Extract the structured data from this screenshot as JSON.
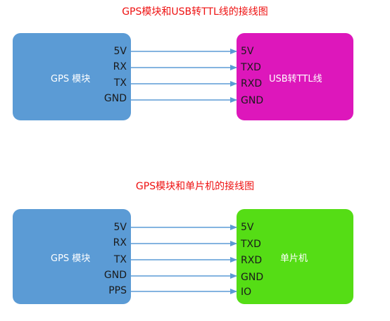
{
  "diagram1": {
    "title": "GPS模块和USB转TTL线的接线图",
    "left_box": {
      "label": "GPS 模块",
      "color": "#5b9bd5"
    },
    "right_box": {
      "label": "USB转TTL线",
      "color": "#dd17bb"
    },
    "left_pins": [
      "5V",
      "RX",
      "TX",
      "GND"
    ],
    "right_pins": [
      "5V",
      "TXD",
      "RXD",
      "GND"
    ]
  },
  "diagram2": {
    "title": "GPS模块和单片机的接线图",
    "left_box": {
      "label": "GPS 模块",
      "color": "#5b9bd5"
    },
    "right_box": {
      "label": "单片机",
      "color": "#55dd15"
    },
    "left_pins": [
      "5V",
      "RX",
      "TX",
      "GND",
      "PPS"
    ],
    "right_pins": [
      "5V",
      "TXD",
      "RXD",
      "GND",
      "IO"
    ]
  },
  "colors": {
    "wire": "#5b9bd5",
    "title": "#ee1111"
  }
}
